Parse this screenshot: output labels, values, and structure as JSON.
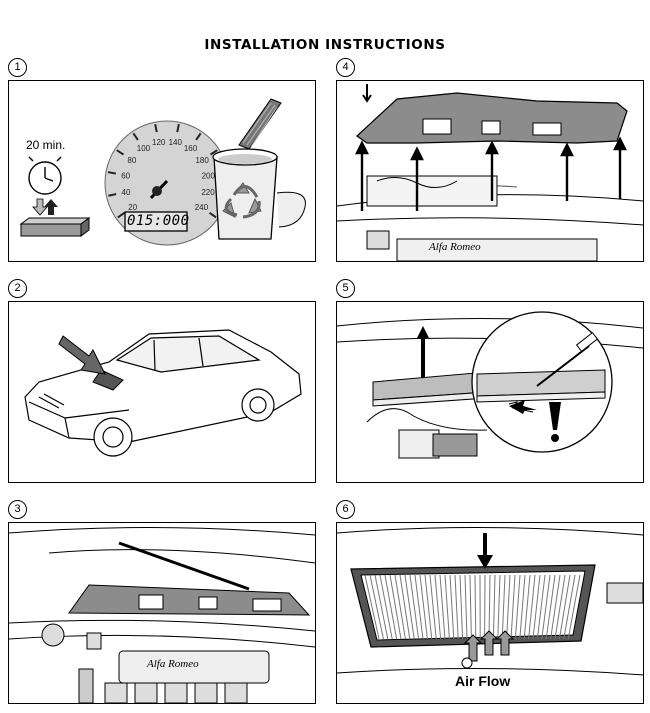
{
  "title": "INSTALLATION INSTRUCTIONS",
  "steps": [
    {
      "number": "1",
      "timer_label": "20 min.",
      "odometer": "015:000",
      "speed_ticks": [
        "20",
        "40",
        "60",
        "80",
        "100",
        "120",
        "140",
        "160",
        "180",
        "200",
        "220",
        "240"
      ]
    },
    {
      "number": "2"
    },
    {
      "number": "3",
      "logo_text": "Alfa Romeo"
    },
    {
      "number": "4",
      "logo_text": "Alfa Romeo"
    },
    {
      "number": "5"
    },
    {
      "number": "6",
      "airflow_label": "Air Flow"
    }
  ]
}
